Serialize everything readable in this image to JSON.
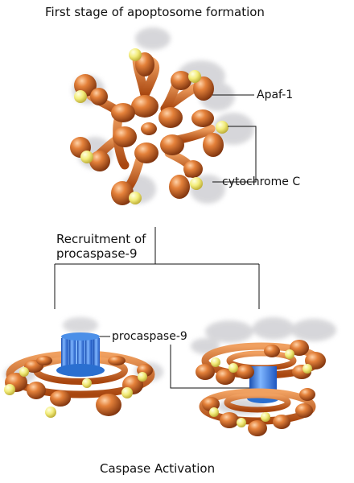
{
  "title": "First stage of apoptosome formation",
  "labels": {
    "apaf": "Apaf-1",
    "cytochrome": "cytochrome C",
    "recruitment_line1": "Recruitment of",
    "recruitment_line2": "procaspase-9",
    "procaspase": "procaspase-9",
    "activation": "Caspase Activation"
  },
  "colors": {
    "apaf_orange": "#d9712a",
    "apaf_dark": "#8a3a10",
    "cytochrome_yellow": "#f2ec7a",
    "procaspase_blue": "#2f7fe0",
    "shadow": "#cfcfd2",
    "line": "#111111"
  }
}
